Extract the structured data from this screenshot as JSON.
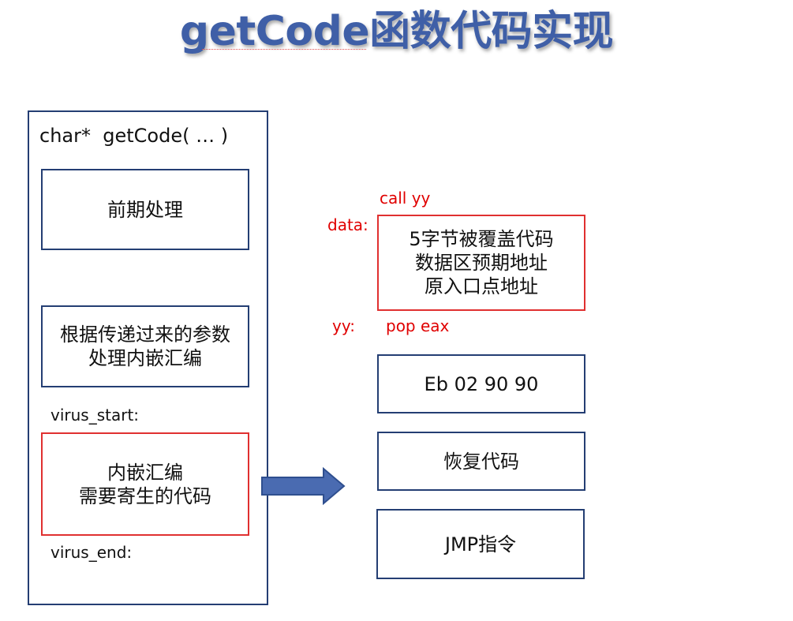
{
  "title": "getCode函数代码实现",
  "left_panel": {
    "signature": "char*  getCode( … )",
    "preprocess": "前期处理",
    "asm_process": [
      "根据传递过来的参数",
      "处理内嵌汇编"
    ],
    "virus_start": "virus_start:",
    "parasite_code": [
      "内嵌汇编",
      "需要寄生的代码"
    ],
    "virus_end": "virus_end:"
  },
  "right_panel": {
    "call_label": "call yy",
    "data_label": "data:",
    "data_box": [
      "5字节被覆盖代码",
      "数据区预期地址",
      "原入口点地址"
    ],
    "yy_label": "yy:",
    "pop_label": "pop eax",
    "bytes_box": "Eb 02 90 90",
    "restore_box": "恢复代码",
    "jmp_box": "JMP指令"
  },
  "colors": {
    "title": "#3f5fa7",
    "box_border": "#243e73",
    "highlight_border": "#e03030",
    "highlight_text": "#e00000",
    "arrow_fill": "#4a6bb1"
  }
}
